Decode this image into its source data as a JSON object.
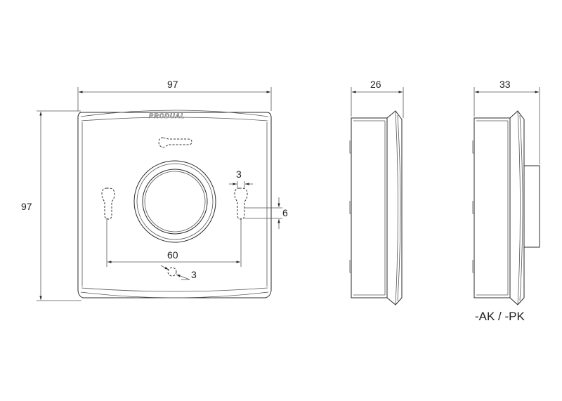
{
  "front_view": {
    "brand_logo": "PRODUAL",
    "dim_width": "97",
    "dim_height": "97",
    "dim_hole_spacing": "60",
    "dim_slot_width": "3",
    "dim_slot_height": "6",
    "dim_small_hole": "3"
  },
  "side_view": {
    "dim_depth": "26"
  },
  "side_view_variant": {
    "dim_depth": "33",
    "caption": "-AK / -PK"
  }
}
